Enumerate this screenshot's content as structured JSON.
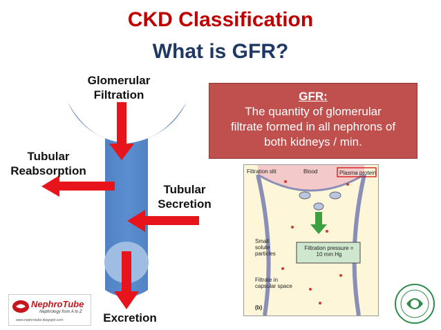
{
  "title": {
    "line1": "CKD Classification",
    "line2": "What is GFR?"
  },
  "labels": {
    "glomerular_l1": "Glomerular",
    "glomerular_l2": "Filtration",
    "reabsorption_l1": "Tubular",
    "reabsorption_l2": "Reabsorption",
    "secretion_l1": "Tubular",
    "secretion_l2": "Secretion",
    "excretion": "Excretion"
  },
  "gfr_box": {
    "heading": "GFR:",
    "line1": "The quantity of glomerular",
    "line2": "filtrate formed in all nephrons of",
    "line3": "both kidneys / min."
  },
  "inset": {
    "filtration_slit": "Filtration slit",
    "blood": "Blood",
    "plasma_protein": "Plasma protein",
    "small_solute_l1": "Small",
    "small_solute_l2": "solute",
    "small_solute_l3": "particles",
    "pressure_l1": "Filtration pressure =",
    "pressure_l2": "10 mm Hg",
    "filtrate_l1": "Filtrate in",
    "filtrate_l2": "capsular space",
    "panel": "(b)"
  },
  "logo": {
    "name": "NephroTube",
    "tagline": "Nephrology from A to Z",
    "url": "www.nephrotube.blogspot.com"
  },
  "colors": {
    "title_red": "#c00000",
    "title_navy": "#1f3864",
    "box_fill": "#c0504d",
    "tubule_blue": "#4f81bd",
    "arrow_red": "#e8141b"
  }
}
